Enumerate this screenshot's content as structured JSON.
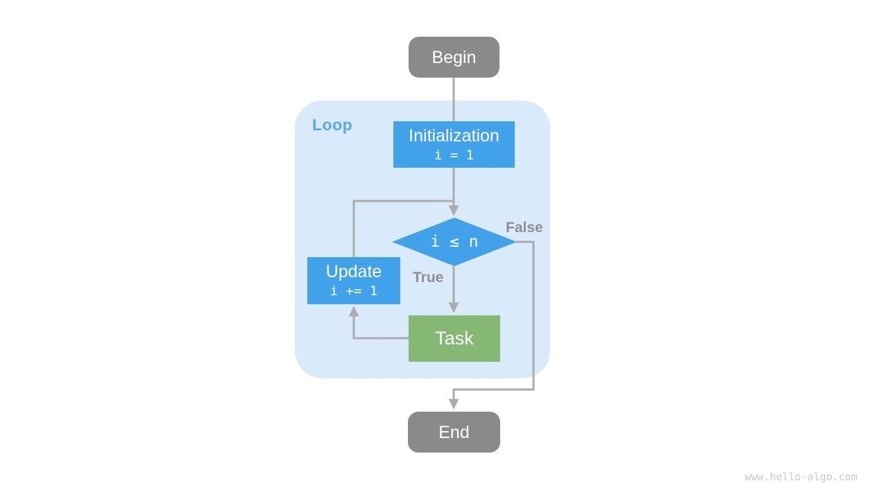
{
  "colors": {
    "blue": "#42A2E9",
    "green": "#85B874",
    "gray-node": "#8A8A8A",
    "loop-bg": "#D9EBFA",
    "loop-label": "#58A8E8",
    "line": "#ABABAB",
    "branch-label": "#8F8F8F",
    "watermark": "#C9C9C9"
  },
  "diagram": {
    "loop_container_label": "Loop",
    "nodes": {
      "begin": {
        "label": "Begin"
      },
      "initialization": {
        "label": "Initialization",
        "code": "i = 1"
      },
      "condition": {
        "label": "i ≤ n"
      },
      "update": {
        "label": "Update",
        "code": "i += 1"
      },
      "task": {
        "label": "Task"
      },
      "end": {
        "label": "End"
      }
    },
    "branch_labels": {
      "true_label": "True",
      "false_label": "False"
    },
    "watermark": "www.hello-algo.com"
  }
}
